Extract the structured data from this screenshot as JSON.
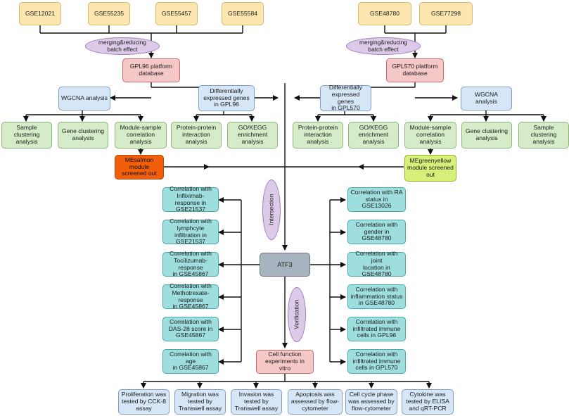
{
  "datasets": {
    "left": [
      "GSE12021",
      "GSE55235",
      "GSE55457",
      "GSE55584"
    ],
    "right": [
      "GSE48780",
      "GSE77298"
    ]
  },
  "batch": {
    "left": "merging&reducing\nbatch effect",
    "right": "merging&reducing\nbatch effect"
  },
  "platforms": {
    "gpl96": "GPL96 platform\ndatabase",
    "gpl570": "GPL570 platform\ndatabase"
  },
  "wgcna": {
    "left": "WGCNA analysis",
    "right": "WGCNA analysis"
  },
  "deg": {
    "gpl96": "Differentially\nexpressed genes\nin GPL96",
    "gpl570": "Differentially\nexpressed genes\nin GPL570"
  },
  "analyses": {
    "sample_left": "Sample clustering\nanalysis",
    "gene_left": "Gene clustering\nanalysis",
    "module_left": "Module-sample\ncorrelation\nanalysis",
    "ppi_left": "Protein-protein\ninteraction\nanalysis",
    "go_left": "GO/KEGG\nenrichment\nanalysis",
    "ppi_right": "Protein-protein\ninteraction\nanalysis",
    "go_right": "GO/KEGG\nenrichment\nanalysis",
    "module_right": "Module-sample\ncorrelation\nanalysis",
    "gene_right": "Gene clustering\nanalysis",
    "sample_right": "Sample clustering\nanalysis"
  },
  "modules": {
    "salmon": "MEsalmon module\nscreened out",
    "greenyellow": "MEgreenyellow\nmodule screened\nout"
  },
  "center": {
    "intersection": "Intersection",
    "hub_gene": "ATF3",
    "verification": "Verification",
    "cell_function": "Cell function\nexperiments in vitro"
  },
  "left_correlations": [
    "Correlation with\nInfliximab-response in\nGSE21537",
    "Correlation with\nlymphcyte infiltration in\nGSE21537",
    "Correlation with\nTocilizumab-response\nin GSE45867",
    "Correlation with\nMethotrexate-response\nin GSE45867",
    "Correlation with\nDAS-28 score in\nGSE45867",
    "Correlation with age\nin GSE45867"
  ],
  "right_correlations": [
    "Correlation with RA\nstatus in GSE13026",
    "Correlation with\ngender in GSE48780",
    "Correlation with joint\nlocation in GSE48780",
    "Correlation with\ninflammation status\nin GSE48780",
    "Correlation with\ninfiltrated immune\ncells in GPL96",
    "Correlation with\ninfiltrated immune\ncells in GPL570"
  ],
  "experiments": [
    "Proliferation was\ntested by CCK-8\nassay",
    "Migration was\ntested by\nTranswell assay",
    "Invasion was\ntested by\nTranswell assay",
    "Apoptosis was\nassessed by flow-\ncytometer",
    "Cell cycle phase\nwas assessed by\nflow-cytometer",
    "Cytokine was\ntested by ELISA\nand qRT-PCR"
  ],
  "colors": {
    "dataset": "#fde7b0",
    "platform": "#f6c7c7",
    "analysis_blue": "#d6e6f7",
    "analysis_green": "#d6ecc9",
    "correlation": "#9fdede",
    "salmon": "#f25f0b",
    "greenyellow": "#d6f07a",
    "hub": "#a7b4bf",
    "oval": "#dccbe8"
  }
}
